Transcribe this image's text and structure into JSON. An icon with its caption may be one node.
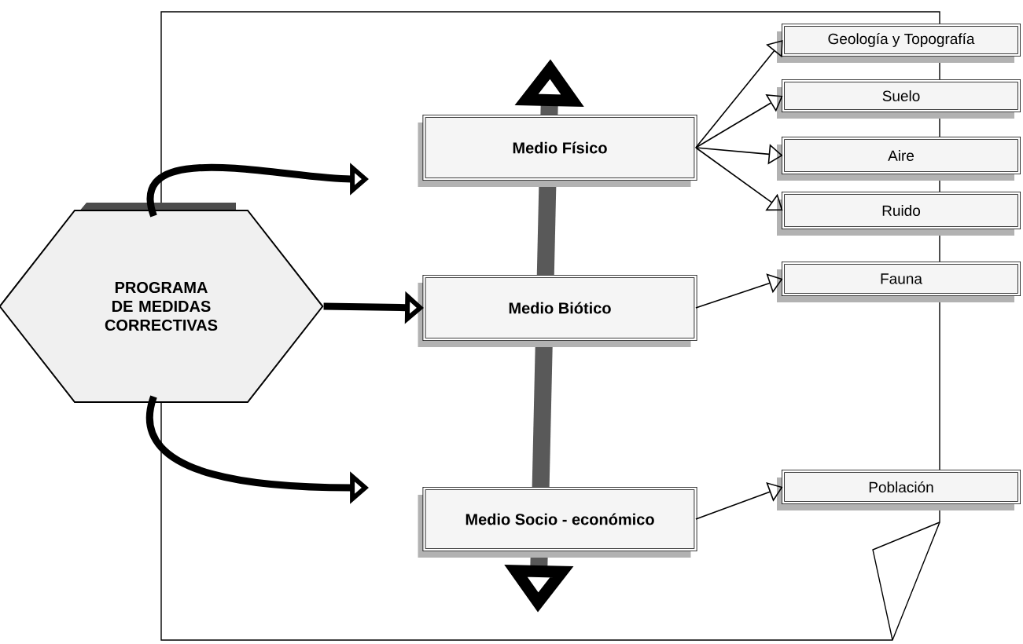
{
  "diagram": {
    "nodes": [
      {
        "text": [
          "PROGRAMA DE MEDIDAS CORRECTIVAS"
        ]
      },
      {
        "text": [
          "Medio Físico"
        ]
      },
      {
        "text": [
          "Medio Biótico"
        ]
      },
      {
        "text": [
          "Medio Socio - económico"
        ]
      },
      {
        "text": [
          "Geología y Topografía"
        ]
      },
      {
        "text": [
          "Suelo"
        ]
      },
      {
        "text": [
          "Aire"
        ]
      },
      {
        "text": [
          "Ruido"
        ]
      },
      {
        "text": [
          "Fauna"
        ]
      },
      {
        "text": [
          "Población"
        ]
      }
    ],
    "edges": [
      {
        "from": 0,
        "to": 1,
        "arrow": "to",
        "style": "thick"
      },
      {
        "from": 0,
        "to": 2,
        "arrow": "to",
        "style": "thick"
      },
      {
        "from": 0,
        "to": 3,
        "arrow": "to",
        "style": "thick"
      },
      {
        "from": 1,
        "to": 4,
        "arrow": "to"
      },
      {
        "from": 1,
        "to": 5,
        "arrow": "to"
      },
      {
        "from": 1,
        "to": 6,
        "arrow": "to"
      },
      {
        "from": 1,
        "to": 7,
        "arrow": "to"
      },
      {
        "from": 2,
        "to": 8,
        "arrow": "to"
      },
      {
        "from": 3,
        "to": 9,
        "arrow": "to"
      }
    ]
  }
}
